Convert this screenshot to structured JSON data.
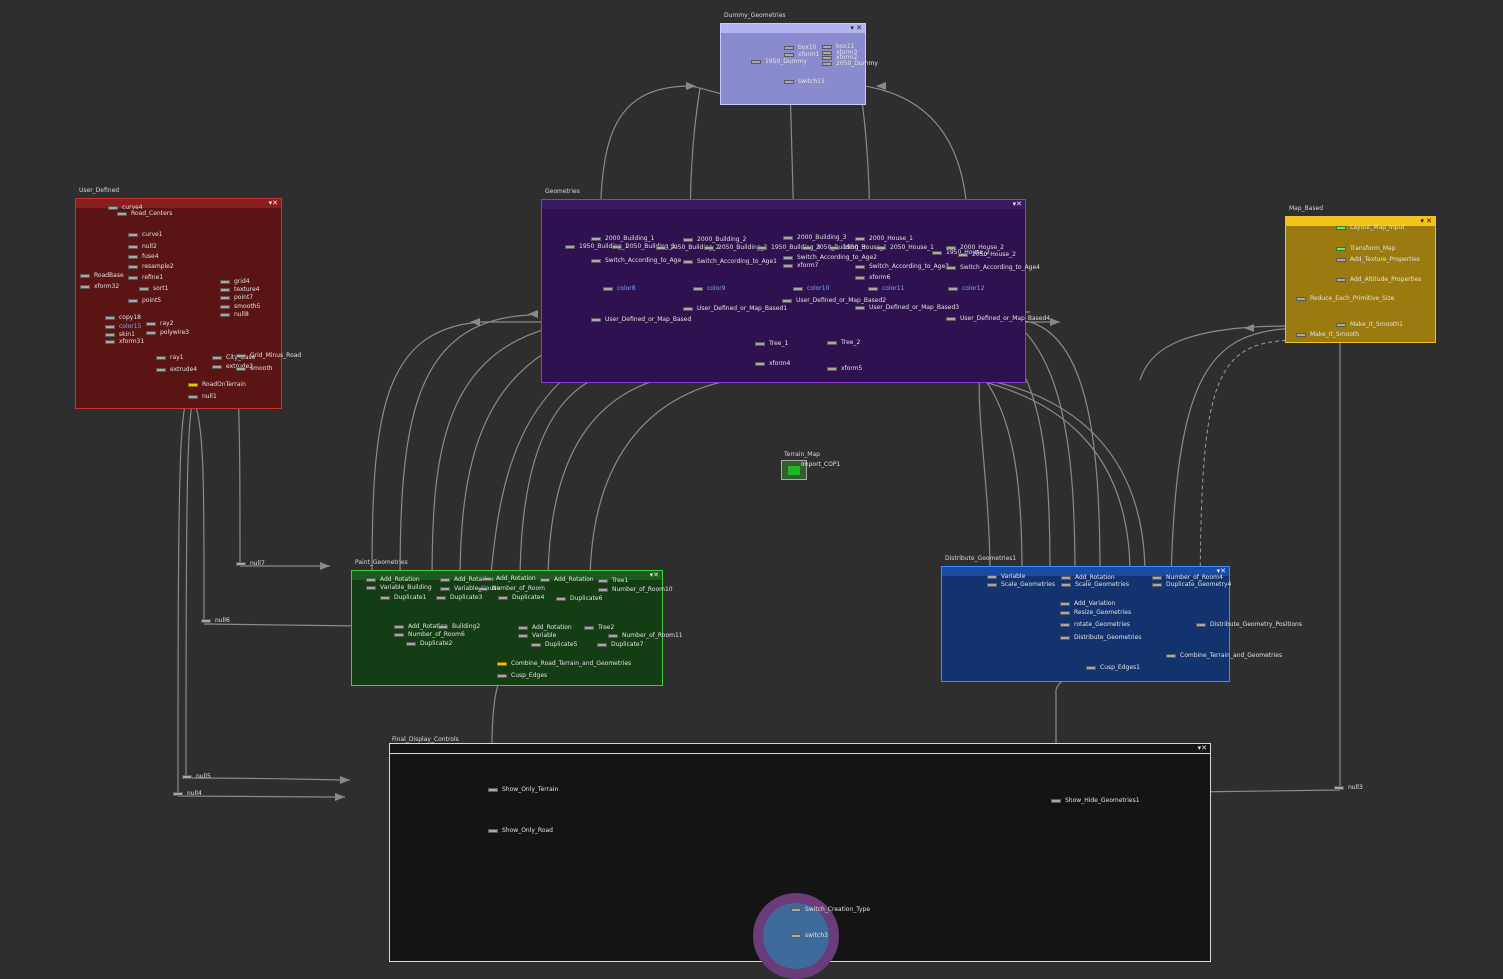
{
  "networkBoxes": {
    "dummy": {
      "title": "Dummy_Geometries",
      "color": "#8f8fd6",
      "controls": "▾ ✕"
    },
    "userDefined": {
      "title": "User_Defined",
      "color": "#5a1414",
      "controls": "▾✕"
    },
    "geometries": {
      "title": "Geometries",
      "color": "#2f1150",
      "controls": "▾✕"
    },
    "mapBased": {
      "title": "Map_Based",
      "color": "#9b7b10",
      "controls": "▾ ✕"
    },
    "terrainMap": {
      "title": "Terrain_Map"
    },
    "paint": {
      "title": "Paint_Geometries",
      "color": "#143d14",
      "controls": "▾✕"
    },
    "distribute": {
      "title": "Distribute_Geometries1",
      "color": "#12336e",
      "controls": "▾✕"
    },
    "finalDisplay": {
      "title": "Final_Display_Controls",
      "color": "#141414",
      "controls": "▾✕"
    }
  },
  "nodes": {
    "dummy": {
      "box10": "box10",
      "box11": "box11",
      "xform1": "xform1",
      "xform3": "xform3",
      "xform2": "xform2",
      "d1950": "1950_Dummy",
      "d2050": "2050_Dummy",
      "switch15": "switch15"
    },
    "userDefined": {
      "curve4": "curve4",
      "roadCenters": "Road_Centers",
      "curve1": "curve1",
      "null2": "null2",
      "fuse4": "fuse4",
      "resample2": "resample2",
      "refine1": "refine1",
      "sort1": "sort1",
      "point5": "point5",
      "roadBase": "RoadBase",
      "xform32": "xform32",
      "copy18": "copy18",
      "color15": "color15",
      "skin1": "skin1",
      "xform31": "xform31",
      "grid4": "grid4",
      "texture4": "texture4",
      "point7": "point7",
      "smooth5": "smooth5",
      "null8": "null8",
      "ray2": "ray2",
      "polywire3": "polywire3",
      "ray1": "ray1",
      "extrude4": "extrude4",
      "cityBase": "City_Base",
      "extrude3": "extrude3",
      "gridMinusRoad": "Grid_Minus_Road",
      "smooth": "smooth",
      "roadOnTerrain": "RoadOnTerrain",
      "null1": "null1"
    },
    "geometries": {
      "b2000_1": "2000_Building_1",
      "b1950_1": "1950_Building_1",
      "b2050_1": "2050_Building_1",
      "sw1": "Switch_According_to_Age",
      "color8": "color8",
      "b2000_2": "2000_Building_2",
      "b1950_2": "1950_Building_2",
      "b2050_2": "2050_Building_2",
      "sw2": "Switch_According_to_Age1",
      "color9": "color9",
      "b2000_3": "2000_Building_3",
      "b1950_3": "1950_Building_3",
      "b2050_3": "2050_Building_3",
      "sw3": "Switch_According_to_Age2",
      "xform7": "xform7",
      "color10": "color10",
      "h2000_1": "2000_House_1",
      "h1950_1": "1950_House_1",
      "h2050_1": "2050_House_1",
      "xform6": "xform6",
      "sw4": "Switch_According_to_Age3",
      "color11": "color11",
      "h2000_2": "2000_House_2",
      "h1950_2": "1950_House_2",
      "h2050_2": "2050_House_2",
      "sw5": "Switch_According_to_Age4",
      "color12": "color12",
      "ud2": "User_Defined_or_Map_Based2",
      "ud1": "User_Defined_or_Map_Based1",
      "ud3": "User_Defined_or_Map_Based3",
      "ud0": "User_Defined_or_Map_Based",
      "ud4": "User_Defined_or_Map_Based4",
      "tree1": "Tree_1",
      "tree2": "Tree_2",
      "xform4": "xform4",
      "xform5": "xform5"
    },
    "mapBased": {
      "layout": "Layout_Map_Input",
      "transform": "Transform_Map",
      "addTexture": "Add_Texture_Properties",
      "addAltitude": "Add_Altitude_Properties",
      "reduce": "Reduce_Each_Primitive_Size",
      "makeSmooth1": "Make_It_Smooth1",
      "makeSmooth": "Make_It_Smooth"
    },
    "terrain": {
      "cop": "Import_COP1"
    },
    "paint": {
      "ar1": "Add_Rotation",
      "ar2": "Add_Rotation",
      "ar3": "Add_Rotation",
      "ar4": "Add_Rotation",
      "varBuild": "Variable_Building",
      "varH": "Variable_House",
      "num1": "Number_of_Room",
      "num10": "Number_of_Room10",
      "tree1": "Tree1",
      "dup1": "Duplicate1",
      "dup3": "Duplicate3",
      "dup4": "Duplicate4",
      "dup6": "Duplicate6",
      "arB": "Add_Rotation",
      "building2": "Building2",
      "numRoom6": "Number_of_Room6",
      "dup2": "Duplicate2",
      "arT": "Add_Rotation",
      "tree2": "Tree2",
      "numRoom11": "Number_of_Room11",
      "varE": "Variable",
      "dup5": "Duplicate5",
      "dup7": "Duplicate7",
      "combine": "Combine_Road_Terrain_and_Geometries",
      "cusp": "Cusp_Edges"
    },
    "distribute": {
      "var1": "Variable",
      "scale1": "Scale_Geometries",
      "addR": "Add_Rotation",
      "scale2": "Scale_Geometries",
      "numRoom4": "Number_of_Room4",
      "dupGeo4": "Duplicate_Geometry4",
      "addVar": "Add_Variation",
      "resize": "Resize_Geometries",
      "rotate": "rotate_Geometries",
      "distGeo": "Distribute_Geometries",
      "distPos": "Distribute_Geometry_Positions",
      "combine": "Combine_Terrain_and_Geometries",
      "cusp1": "Cusp_Edges1"
    },
    "outside": {
      "null7": "null7",
      "null6": "null6",
      "null5": "null5",
      "null4": "null4",
      "null3": "null3"
    },
    "final": {
      "terrainOnly": "Show_Only_Terrain",
      "roadOnly": "Show_Only_Road",
      "showHide": "Show_Hide_Geometries1",
      "switchCreation": "Switch_Creation_Type",
      "switch3": "switch3"
    }
  }
}
